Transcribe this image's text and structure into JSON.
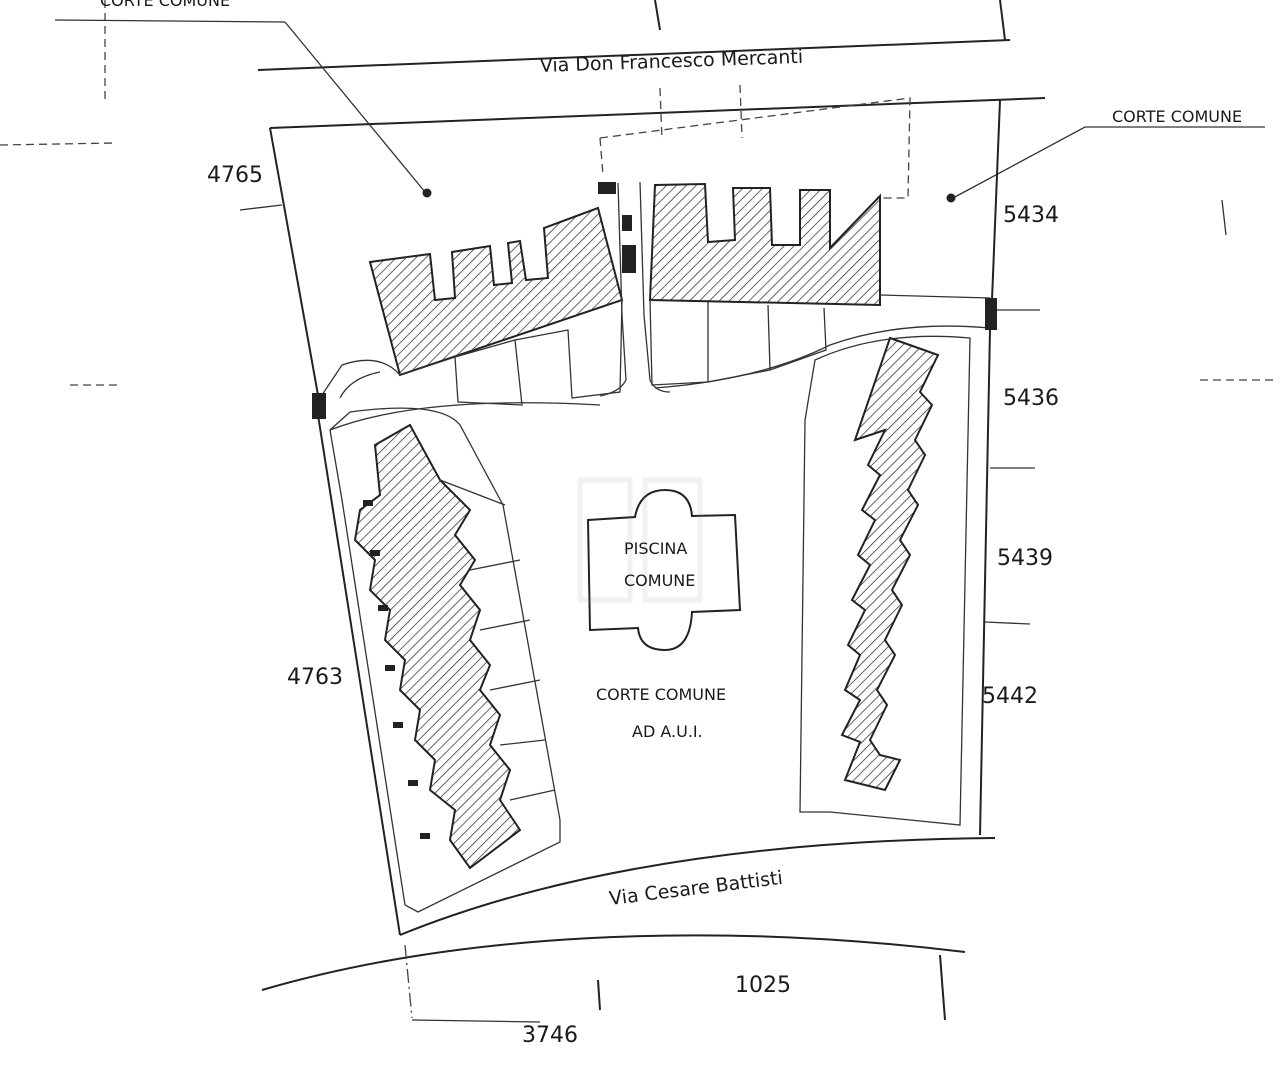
{
  "map": {
    "labels": {
      "corte_comune_top_left": "CORTE COMUNE",
      "corte_comune_top_right": "CORTE COMUNE",
      "street_north": "Via Don Francesco Mercanti",
      "street_south": "Via Cesare Battisti",
      "pool_line1": "PISCINA",
      "pool_line2": "COMUNE",
      "court_line1": "CORTE COMUNE",
      "court_line2": "AD A.U.I."
    },
    "parcels": {
      "p4765": "4765",
      "p5434": "5434",
      "p5436": "5436",
      "p5439": "5439",
      "p4763": "4763",
      "p5442": "5442",
      "p1025": "1025",
      "p3746": "3746"
    },
    "colors": {
      "ink": "#222222",
      "paper": "#ffffff"
    }
  }
}
